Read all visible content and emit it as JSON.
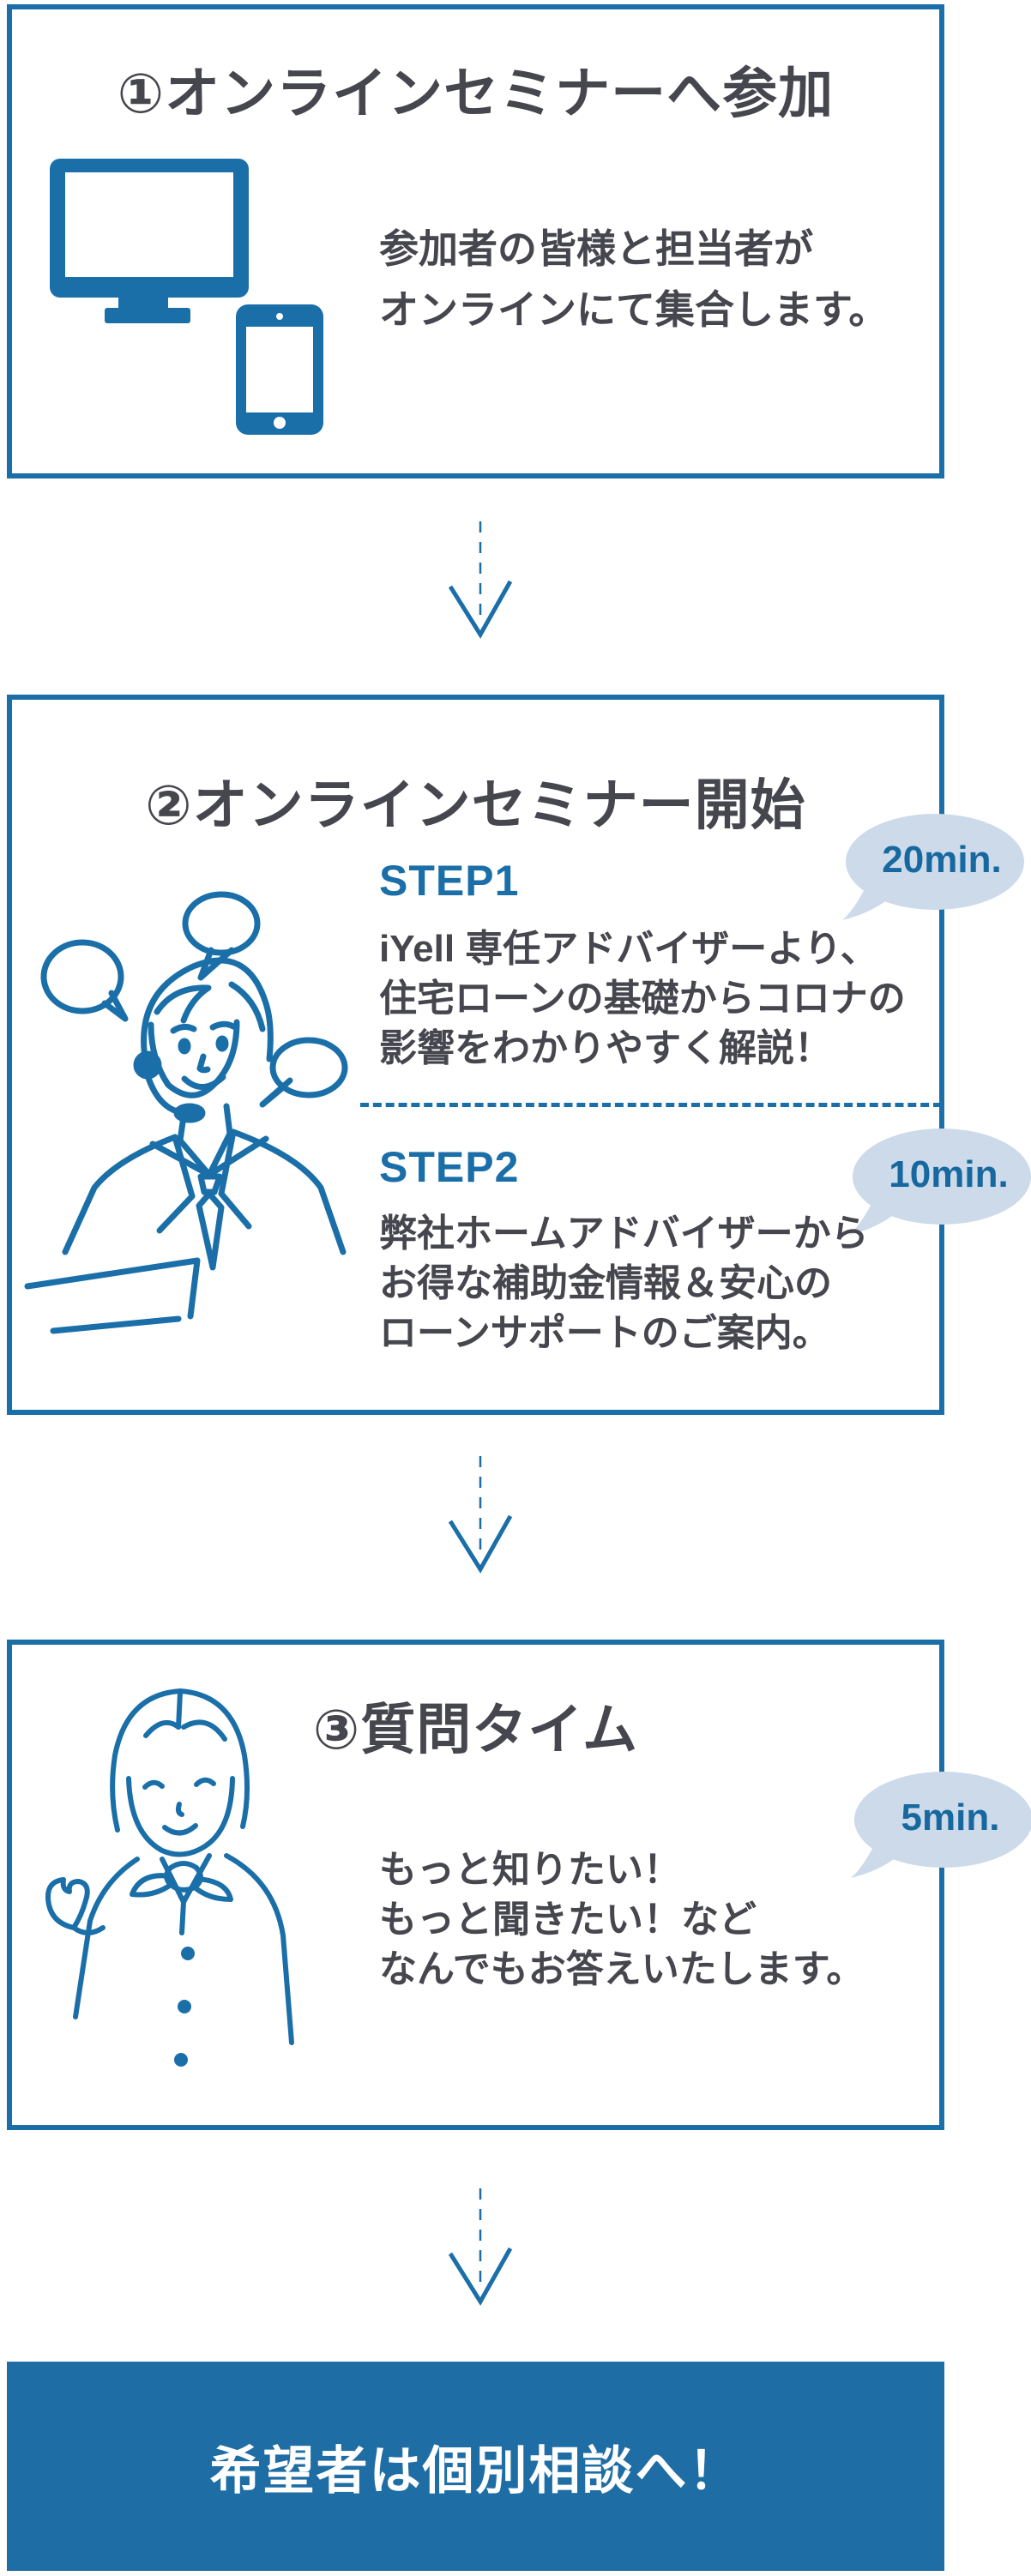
{
  "colors": {
    "accent": "#1b6fa9",
    "banner_bg": "#1e6da4",
    "bubble_bg": "#ccdae9",
    "bubble_text": "#17689f",
    "text_dark": "#46464e",
    "white": "#ffffff"
  },
  "steps": [
    {
      "title": "①オンラインセミナーへ参加",
      "illustration": "desktop-monitor-and-tablet",
      "body_lines": [
        "参加者の皆様と担当者が",
        "オンラインにて集合します。"
      ]
    },
    {
      "title": "②オンラインセミナー開始",
      "illustration": "seminar-speaker-with-headset",
      "sections": [
        {
          "label": "STEP1",
          "duration": "20min.",
          "body_lines": [
            "iYell 専任アドバイザーより、",
            "住宅ローンの基礎からコロナの",
            "影響をわかりやすく解説！"
          ]
        },
        {
          "label": "STEP2",
          "duration": "10min.",
          "body_lines": [
            "弊社ホームアドバイザーから",
            "お得な補助金情報＆安心の",
            "ローンサポートのご案内。"
          ]
        }
      ]
    },
    {
      "title": "③質問タイム",
      "duration": "5min.",
      "illustration": "female-advisor-presenting",
      "body_lines": [
        "もっと知りたい！",
        "もっと聞きたい！など",
        "なんでもお答えいたします。"
      ]
    }
  ],
  "footer": {
    "label": "希望者は個別相談へ！"
  }
}
